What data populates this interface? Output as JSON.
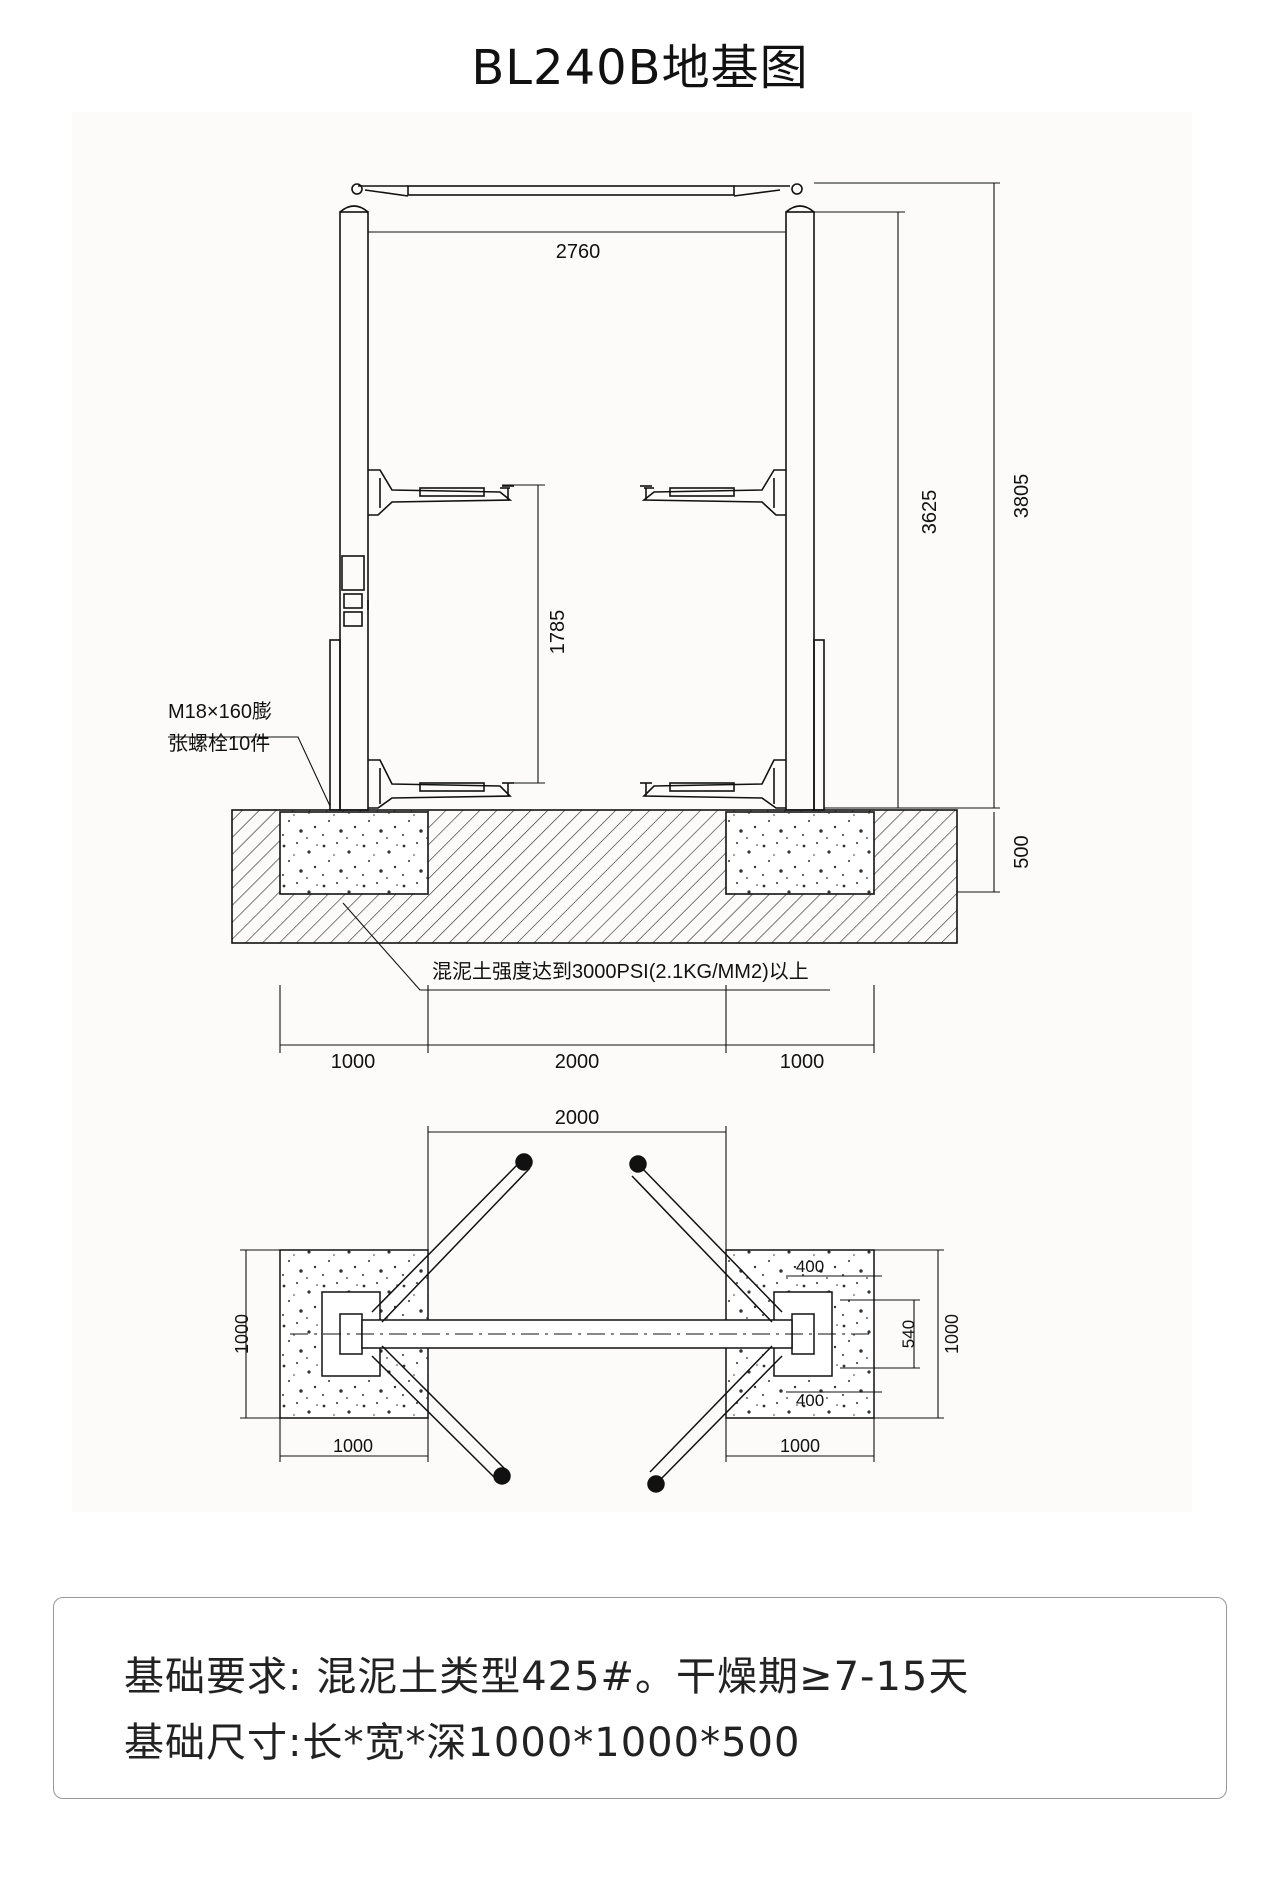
{
  "title": "BL240B地基图",
  "front_view": {
    "dim_width": "2760",
    "dim_lift_height": "3625",
    "dim_total_height": "3805",
    "dim_arm_travel": "1785",
    "dim_foundation_depth": "500",
    "bolt_note_line1": "M18×160膨",
    "bolt_note_line2": "张螺栓10件",
    "concrete_note": "混泥土强度达到3000PSI(2.1KG/MM2)以上",
    "dim_left_pad": "1000",
    "dim_center_gap": "2000",
    "dim_right_pad": "1000"
  },
  "plan_view": {
    "dim_center_gap": "2000",
    "dim_left_pad_height": "1000",
    "dim_left_pad_width": "1000",
    "dim_right_pad_width": "1000",
    "dim_right_pad_height": "1000",
    "dim_bolt_x_top": "400",
    "dim_bolt_x_bottom": "400",
    "dim_bolt_y": "540"
  },
  "requirements": {
    "line1": "基础要求: 混泥土类型425#。干燥期≥7-15天",
    "line2": "基础尺寸:长*宽*深1000*1000*500"
  },
  "colors": {
    "line": "#111111",
    "border": "#999999",
    "panel": "#fdfbfa"
  }
}
